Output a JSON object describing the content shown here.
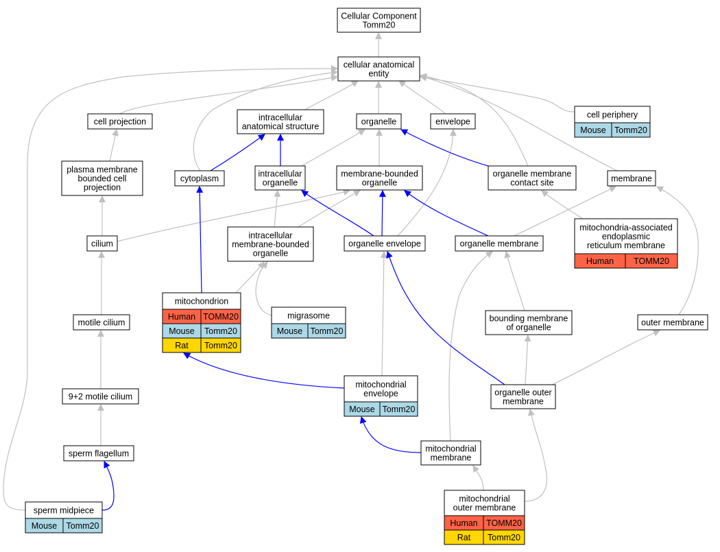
{
  "colors": {
    "gray_edge": "#c0c0c0",
    "blue_edge": "#0000ff",
    "human": "#ff6347",
    "mouse": "#add8e6",
    "rat": "#ffd700"
  },
  "nodes": {
    "root": [
      "Cellular Component",
      "Tomm20"
    ],
    "cae": [
      "cellular anatomical",
      "entity"
    ],
    "cellproj": [
      "cell projection"
    ],
    "ias": [
      "intracellular",
      "anatomical structure"
    ],
    "organelle": [
      "organelle"
    ],
    "envelope": [
      "envelope"
    ],
    "cellper": [
      "cell periphery"
    ],
    "pmbcp": [
      "plasma membrane",
      "bounded cell",
      "projection"
    ],
    "cytoplasm": [
      "cytoplasm"
    ],
    "intorg": [
      "intracellular",
      "organelle"
    ],
    "mbo": [
      "membrane-bounded",
      "organelle"
    ],
    "omcs": [
      "organelle membrane",
      "contact site"
    ],
    "membrane": [
      "membrane"
    ],
    "cilium": [
      "cilium"
    ],
    "imbo": [
      "intracellular",
      "membrane-bounded",
      "organelle"
    ],
    "orgenv": [
      "organelle envelope"
    ],
    "orgmem": [
      "organelle membrane"
    ],
    "mam": [
      "mitochondria-associated",
      "endoplasmic",
      "reticulum membrane"
    ],
    "mito": [
      "mitochondrion"
    ],
    "migrasome": [
      "migrasome"
    ],
    "bmo": [
      "bounding membrane",
      "of organelle"
    ],
    "outermem": [
      "outer membrane"
    ],
    "motcil": [
      "motile cilium"
    ],
    "mitoenv": [
      "mitochondrial",
      "envelope"
    ],
    "oom": [
      "organelle outer",
      "membrane"
    ],
    "ninetwo": [
      "9+2 motile cilium"
    ],
    "mitomem": [
      "mitochondrial",
      "membrane"
    ],
    "spermflag": [
      "sperm flagellum"
    ],
    "mitoouter": [
      "mitochondrial",
      "outer membrane"
    ],
    "spermmid": [
      "sperm midpiece"
    ]
  },
  "species_tables": {
    "cellper": [
      [
        "Mouse",
        "Tomm20"
      ]
    ],
    "mam": [
      [
        "Human",
        "TOMM20"
      ]
    ],
    "mito": [
      [
        "Human",
        "TOMM20"
      ],
      [
        "Mouse",
        "Tomm20"
      ],
      [
        "Rat",
        "Tomm20"
      ]
    ],
    "migrasome": [
      [
        "Mouse",
        "Tomm20"
      ]
    ],
    "mitoenv": [
      [
        "Mouse",
        "Tomm20"
      ]
    ],
    "mitoouter": [
      [
        "Human",
        "TOMM20"
      ],
      [
        "Rat",
        "Tomm20"
      ]
    ],
    "spermmid": [
      [
        "Mouse",
        "Tomm20"
      ]
    ]
  }
}
